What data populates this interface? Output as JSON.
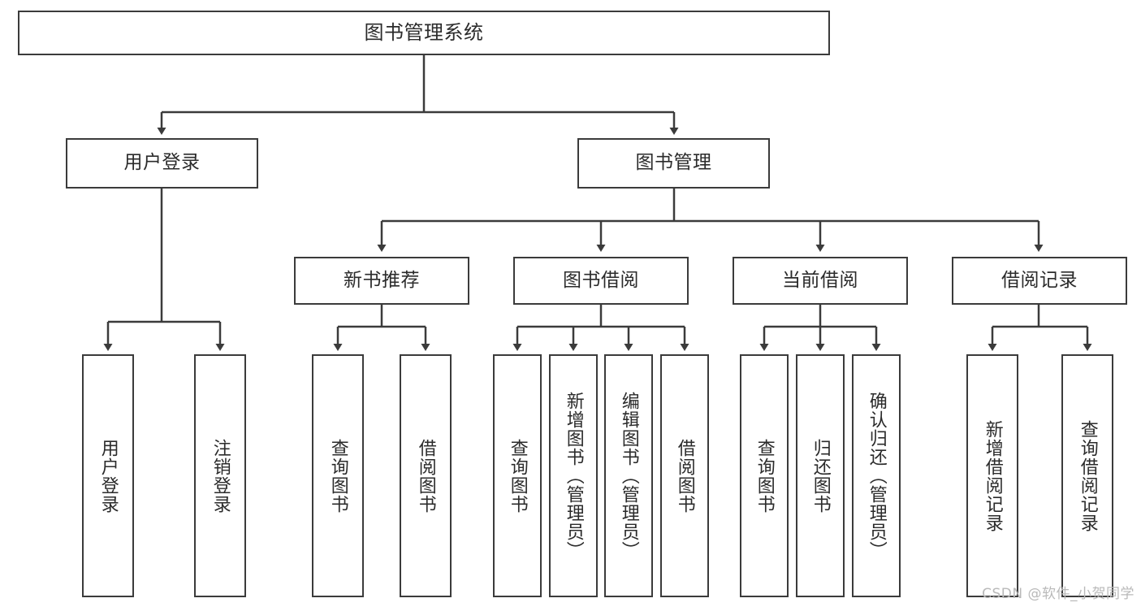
{
  "diagram": {
    "title": "图书管理系统",
    "type": "tree-hierarchy",
    "stroke_color": "#3b3b3b",
    "background_color": "#ffffff",
    "text_color": "#2b2b2b"
  },
  "nodes": {
    "root": {
      "label": "图书管理系统"
    },
    "level2": [
      {
        "label": "用户登录"
      },
      {
        "label": "图书管理"
      }
    ],
    "level3": [
      {
        "label": "新书推荐"
      },
      {
        "label": "图书借阅"
      },
      {
        "label": "当前借阅"
      },
      {
        "label": "借阅记录"
      }
    ],
    "leaves": [
      {
        "label": "用户登录"
      },
      {
        "label": "注销登录"
      },
      {
        "label": "查询图书"
      },
      {
        "label": "借阅图书"
      },
      {
        "label": "查询图书"
      },
      {
        "label": "新增图书（管理员）"
      },
      {
        "label": "编辑图书（管理员）"
      },
      {
        "label": "借阅图书"
      },
      {
        "label": "查询图书"
      },
      {
        "label": "归还图书"
      },
      {
        "label": "确认归还（管理员）"
      },
      {
        "label": "新增借阅记录"
      },
      {
        "label": "查询借阅记录"
      }
    ]
  },
  "watermark": {
    "text": "CSDN @软件_小贺同学"
  }
}
